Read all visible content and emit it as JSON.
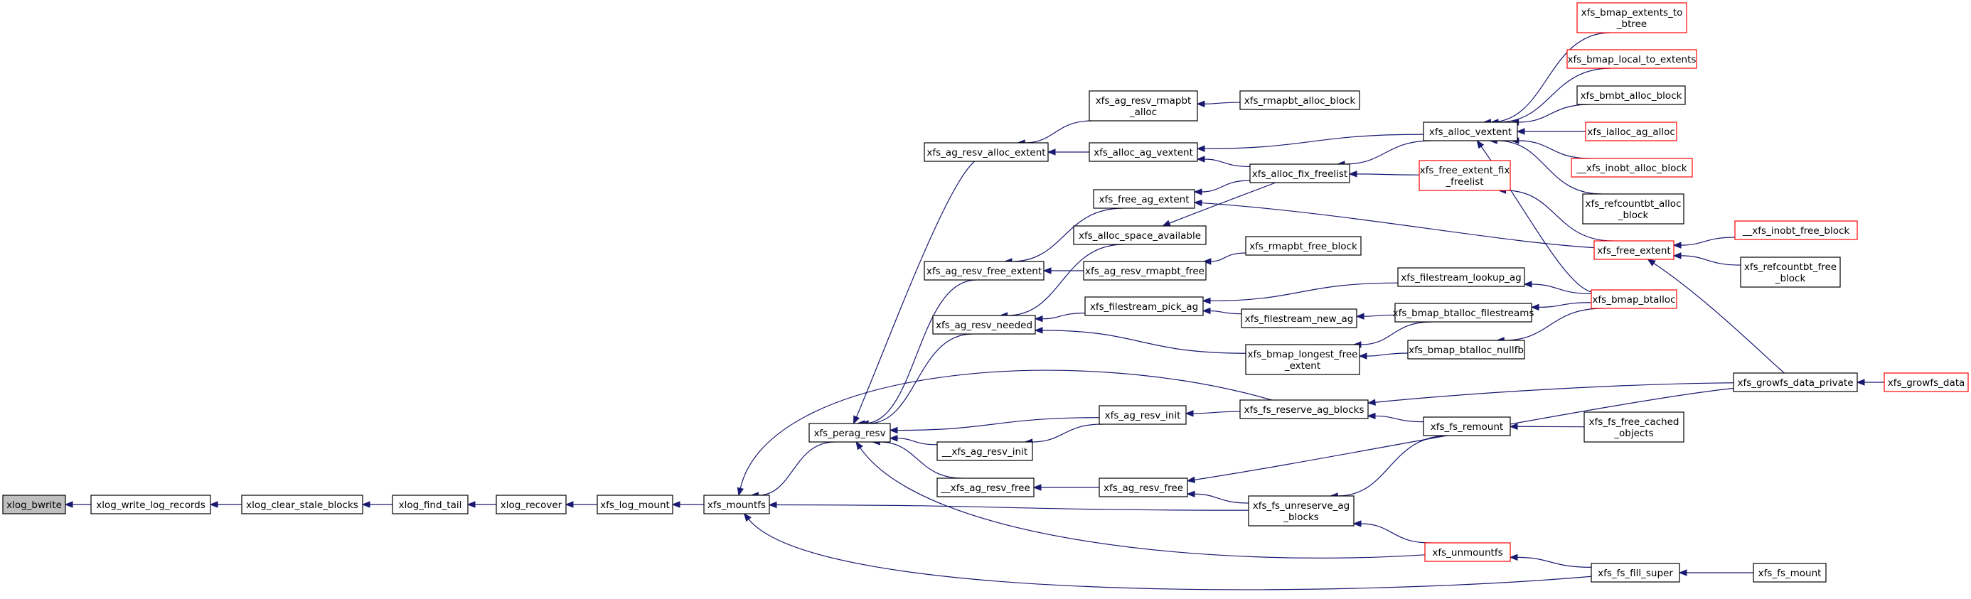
{
  "colors": {
    "edge": "#191970",
    "border_default": "#000000",
    "border_truncated": "#ff0000",
    "fill_default": "#ffffff",
    "fill_root": "#bfbfbf"
  },
  "nodes": [
    {
      "id": "xlog_bwrite",
      "lines": [
        "xlog_bwrite"
      ],
      "style": "root"
    },
    {
      "id": "xlog_write_log_records",
      "lines": [
        "xlog_write_log_records"
      ],
      "style": "normal"
    },
    {
      "id": "xlog_clear_stale_blocks",
      "lines": [
        "xlog_clear_stale_blocks"
      ],
      "style": "normal"
    },
    {
      "id": "xlog_find_tail",
      "lines": [
        "xlog_find_tail"
      ],
      "style": "normal"
    },
    {
      "id": "xlog_recover",
      "lines": [
        "xlog_recover"
      ],
      "style": "normal"
    },
    {
      "id": "xfs_log_mount",
      "lines": [
        "xfs_log_mount"
      ],
      "style": "normal"
    },
    {
      "id": "xfs_mountfs",
      "lines": [
        "xfs_mountfs"
      ],
      "style": "normal"
    },
    {
      "id": "xfs_perag_resv",
      "lines": [
        "xfs_perag_resv"
      ],
      "style": "normal"
    },
    {
      "id": "xfs_ag_resv_alloc_extent",
      "lines": [
        "xfs_ag_resv_alloc_extent"
      ],
      "style": "normal"
    },
    {
      "id": "xfs_ag_resv_free_extent",
      "lines": [
        "xfs_ag_resv_free_extent"
      ],
      "style": "normal"
    },
    {
      "id": "xfs_ag_resv_needed",
      "lines": [
        "xfs_ag_resv_needed"
      ],
      "style": "normal"
    },
    {
      "id": "__xfs_ag_resv_init",
      "lines": [
        "__xfs_ag_resv_init"
      ],
      "style": "normal"
    },
    {
      "id": "__xfs_ag_resv_free",
      "lines": [
        "__xfs_ag_resv_free"
      ],
      "style": "normal"
    },
    {
      "id": "xfs_ag_resv_rmapbt_alloc",
      "lines": [
        "xfs_ag_resv_rmapbt",
        "_alloc"
      ],
      "style": "normal"
    },
    {
      "id": "xfs_alloc_ag_vextent",
      "lines": [
        "xfs_alloc_ag_vextent"
      ],
      "style": "normal"
    },
    {
      "id": "xfs_free_ag_extent",
      "lines": [
        "xfs_free_ag_extent"
      ],
      "style": "normal"
    },
    {
      "id": "xfs_alloc_space_available",
      "lines": [
        "xfs_alloc_space_available"
      ],
      "style": "normal"
    },
    {
      "id": "xfs_ag_resv_rmapbt_free",
      "lines": [
        "xfs_ag_resv_rmapbt_free"
      ],
      "style": "normal"
    },
    {
      "id": "xfs_filestream_pick_ag",
      "lines": [
        "xfs_filestream_pick_ag"
      ],
      "style": "normal"
    },
    {
      "id": "xfs_ag_resv_init",
      "lines": [
        "xfs_ag_resv_init"
      ],
      "style": "normal"
    },
    {
      "id": "xfs_ag_resv_free",
      "lines": [
        "xfs_ag_resv_free"
      ],
      "style": "normal"
    },
    {
      "id": "xfs_rmapbt_alloc_block",
      "lines": [
        "xfs_rmapbt_alloc_block"
      ],
      "style": "normal"
    },
    {
      "id": "xfs_alloc_fix_freelist",
      "lines": [
        "xfs_alloc_fix_freelist"
      ],
      "style": "normal"
    },
    {
      "id": "xfs_rmapbt_free_block",
      "lines": [
        "xfs_rmapbt_free_block"
      ],
      "style": "normal"
    },
    {
      "id": "xfs_filestream_lookup_ag",
      "lines": [
        "xfs_filestream_lookup_ag"
      ],
      "style": "normal"
    },
    {
      "id": "xfs_filestream_new_ag",
      "lines": [
        "xfs_filestream_new_ag"
      ],
      "style": "normal"
    },
    {
      "id": "xfs_bmap_longest_free_extent",
      "lines": [
        "xfs_bmap_longest_free",
        "_extent"
      ],
      "style": "normal"
    },
    {
      "id": "xfs_fs_reserve_ag_blocks",
      "lines": [
        "xfs_fs_reserve_ag_blocks"
      ],
      "style": "normal"
    },
    {
      "id": "xfs_fs_unreserve_ag_blocks",
      "lines": [
        "xfs_fs_unreserve_ag",
        "_blocks"
      ],
      "style": "normal"
    },
    {
      "id": "xfs_alloc_vextent",
      "lines": [
        "xfs_alloc_vextent"
      ],
      "style": "normal"
    },
    {
      "id": "xfs_free_extent_fix_freelist",
      "lines": [
        "xfs_free_extent_fix",
        "_freelist"
      ],
      "style": "truncated"
    },
    {
      "id": "xfs_bmap_btalloc_filestreams",
      "lines": [
        "xfs_bmap_btalloc_filestreams"
      ],
      "style": "normal"
    },
    {
      "id": "xfs_bmap_btalloc_nullfb",
      "lines": [
        "xfs_bmap_btalloc_nullfb"
      ],
      "style": "normal"
    },
    {
      "id": "xfs_fs_remount",
      "lines": [
        "xfs_fs_remount"
      ],
      "style": "normal"
    },
    {
      "id": "xfs_unmountfs",
      "lines": [
        "xfs_unmountfs"
      ],
      "style": "truncated"
    },
    {
      "id": "xfs_bmap_extents_to_btree",
      "lines": [
        "xfs_bmap_extents_to",
        "_btree"
      ],
      "style": "truncated"
    },
    {
      "id": "xfs_bmap_local_to_extents",
      "lines": [
        "xfs_bmap_local_to_extents"
      ],
      "style": "truncated"
    },
    {
      "id": "xfs_bmbt_alloc_block",
      "lines": [
        "xfs_bmbt_alloc_block"
      ],
      "style": "normal"
    },
    {
      "id": "xfs_ialloc_ag_alloc",
      "lines": [
        "xfs_ialloc_ag_alloc"
      ],
      "style": "truncated"
    },
    {
      "id": "__xfs_inobt_alloc_block",
      "lines": [
        "__xfs_inobt_alloc_block"
      ],
      "style": "truncated"
    },
    {
      "id": "xfs_refcountbt_alloc_block",
      "lines": [
        "xfs_refcountbt_alloc",
        "_block"
      ],
      "style": "normal"
    },
    {
      "id": "xfs_free_extent",
      "lines": [
        "xfs_free_extent"
      ],
      "style": "truncated"
    },
    {
      "id": "xfs_bmap_btalloc",
      "lines": [
        "xfs_bmap_btalloc"
      ],
      "style": "truncated"
    },
    {
      "id": "xfs_fs_free_cached_objects",
      "lines": [
        "xfs_fs_free_cached",
        "_objects"
      ],
      "style": "normal"
    },
    {
      "id": "xfs_fs_fill_super",
      "lines": [
        "xfs_fs_fill_super"
      ],
      "style": "normal"
    },
    {
      "id": "__xfs_inobt_free_block",
      "lines": [
        "__xfs_inobt_free_block"
      ],
      "style": "truncated"
    },
    {
      "id": "xfs_refcountbt_free_block",
      "lines": [
        "xfs_refcountbt_free",
        "_block"
      ],
      "style": "normal"
    },
    {
      "id": "xfs_growfs_data_private",
      "lines": [
        "xfs_growfs_data_private"
      ],
      "style": "normal"
    },
    {
      "id": "xfs_fs_mount",
      "lines": [
        "xfs_fs_mount"
      ],
      "style": "normal"
    },
    {
      "id": "xfs_growfs_data",
      "lines": [
        "xfs_growfs_data"
      ],
      "style": "truncated"
    }
  ],
  "edges": [
    [
      "xlog_bwrite",
      "xlog_write_log_records"
    ],
    [
      "xlog_write_log_records",
      "xlog_clear_stale_blocks"
    ],
    [
      "xlog_clear_stale_blocks",
      "xlog_find_tail"
    ],
    [
      "xlog_find_tail",
      "xlog_recover"
    ],
    [
      "xlog_recover",
      "xfs_log_mount"
    ],
    [
      "xfs_log_mount",
      "xfs_mountfs"
    ],
    [
      "xfs_mountfs",
      "xfs_perag_resv"
    ],
    [
      "xfs_mountfs",
      "xfs_fs_reserve_ag_blocks"
    ],
    [
      "xfs_mountfs",
      "xfs_fs_unreserve_ag_blocks"
    ],
    [
      "xfs_mountfs",
      "xfs_fs_fill_super"
    ],
    [
      "xfs_perag_resv",
      "xfs_ag_resv_alloc_extent"
    ],
    [
      "xfs_perag_resv",
      "xfs_ag_resv_free_extent"
    ],
    [
      "xfs_perag_resv",
      "xfs_ag_resv_needed"
    ],
    [
      "xfs_perag_resv",
      "__xfs_ag_resv_init"
    ],
    [
      "xfs_perag_resv",
      "__xfs_ag_resv_free"
    ],
    [
      "xfs_perag_resv",
      "xfs_ag_resv_init"
    ],
    [
      "xfs_perag_resv",
      "xfs_unmountfs"
    ],
    [
      "xfs_ag_resv_alloc_extent",
      "xfs_ag_resv_rmapbt_alloc"
    ],
    [
      "xfs_ag_resv_alloc_extent",
      "xfs_alloc_ag_vextent"
    ],
    [
      "xfs_ag_resv_free_extent",
      "xfs_free_ag_extent"
    ],
    [
      "xfs_ag_resv_free_extent",
      "xfs_ag_resv_rmapbt_free"
    ],
    [
      "xfs_ag_resv_needed",
      "xfs_alloc_space_available"
    ],
    [
      "xfs_ag_resv_needed",
      "xfs_filestream_pick_ag"
    ],
    [
      "xfs_ag_resv_needed",
      "xfs_bmap_longest_free_extent"
    ],
    [
      "__xfs_ag_resv_init",
      "xfs_ag_resv_init"
    ],
    [
      "__xfs_ag_resv_free",
      "xfs_ag_resv_free"
    ],
    [
      "xfs_ag_resv_rmapbt_alloc",
      "xfs_rmapbt_alloc_block"
    ],
    [
      "xfs_alloc_ag_vextent",
      "xfs_alloc_vextent"
    ],
    [
      "xfs_alloc_ag_vextent",
      "xfs_alloc_fix_freelist"
    ],
    [
      "xfs_free_ag_extent",
      "xfs_alloc_fix_freelist"
    ],
    [
      "xfs_free_ag_extent",
      "xfs_free_extent"
    ],
    [
      "xfs_alloc_space_available",
      "xfs_alloc_fix_freelist"
    ],
    [
      "xfs_ag_resv_rmapbt_free",
      "xfs_rmapbt_free_block"
    ],
    [
      "xfs_filestream_pick_ag",
      "xfs_filestream_lookup_ag"
    ],
    [
      "xfs_filestream_pick_ag",
      "xfs_filestream_new_ag"
    ],
    [
      "xfs_ag_resv_init",
      "xfs_fs_reserve_ag_blocks"
    ],
    [
      "xfs_ag_resv_free",
      "xfs_fs_unreserve_ag_blocks"
    ],
    [
      "xfs_ag_resv_free",
      "xfs_growfs_data_private"
    ],
    [
      "xfs_alloc_fix_freelist",
      "xfs_alloc_vextent"
    ],
    [
      "xfs_alloc_fix_freelist",
      "xfs_free_extent_fix_freelist"
    ],
    [
      "xfs_filestream_lookup_ag",
      "xfs_bmap_btalloc"
    ],
    [
      "xfs_filestream_new_ag",
      "xfs_bmap_btalloc_filestreams"
    ],
    [
      "xfs_bmap_longest_free_extent",
      "xfs_bmap_btalloc_filestreams"
    ],
    [
      "xfs_bmap_longest_free_extent",
      "xfs_bmap_btalloc_nullfb"
    ],
    [
      "xfs_fs_reserve_ag_blocks",
      "xfs_fs_remount"
    ],
    [
      "xfs_fs_reserve_ag_blocks",
      "xfs_growfs_data_private"
    ],
    [
      "xfs_fs_unreserve_ag_blocks",
      "xfs_fs_remount"
    ],
    [
      "xfs_fs_unreserve_ag_blocks",
      "xfs_unmountfs"
    ],
    [
      "xfs_alloc_vextent",
      "xfs_bmap_extents_to_btree"
    ],
    [
      "xfs_alloc_vextent",
      "xfs_bmap_local_to_extents"
    ],
    [
      "xfs_alloc_vextent",
      "xfs_bmbt_alloc_block"
    ],
    [
      "xfs_alloc_vextent",
      "xfs_ialloc_ag_alloc"
    ],
    [
      "xfs_alloc_vextent",
      "__xfs_inobt_alloc_block"
    ],
    [
      "xfs_alloc_vextent",
      "xfs_refcountbt_alloc_block"
    ],
    [
      "xfs_alloc_vextent",
      "xfs_bmap_btalloc"
    ],
    [
      "xfs_free_extent_fix_freelist",
      "xfs_free_extent"
    ],
    [
      "xfs_bmap_btalloc_filestreams",
      "xfs_bmap_btalloc"
    ],
    [
      "xfs_bmap_btalloc_nullfb",
      "xfs_bmap_btalloc"
    ],
    [
      "xfs_fs_remount",
      "xfs_fs_free_cached_objects"
    ],
    [
      "xfs_unmountfs",
      "xfs_fs_fill_super"
    ],
    [
      "xfs_free_extent",
      "__xfs_inobt_free_block"
    ],
    [
      "xfs_free_extent",
      "xfs_refcountbt_free_block"
    ],
    [
      "xfs_free_extent",
      "xfs_growfs_data_private"
    ],
    [
      "xfs_fs_fill_super",
      "xfs_fs_mount"
    ],
    [
      "xfs_growfs_data_private",
      "xfs_growfs_data"
    ]
  ]
}
